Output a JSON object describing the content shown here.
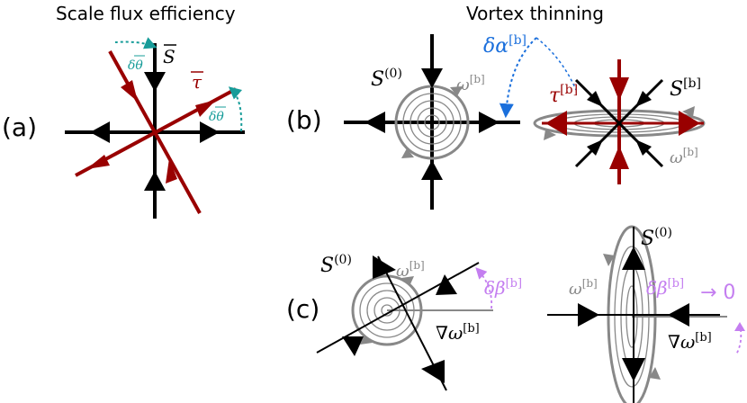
{
  "titles": {
    "left": "Scale flux efficiency",
    "right": "Vortex thinning"
  },
  "panel_labels": {
    "a": "(a)",
    "b": "(b)",
    "c": "(c)"
  },
  "panel_a": {
    "strain_label": "S",
    "stress_label": "τ",
    "angle_label_top": "δθ",
    "angle_label_right": "δθ"
  },
  "panel_b": {
    "strain_left": "S",
    "strain_left_sup": "(0)",
    "vorticity_left": "ω",
    "vorticity_left_sup": "[b]",
    "misalign": "δα",
    "misalign_sup": "[b]",
    "stress_right": "τ",
    "stress_right_sup": "[b]",
    "strain_right": "S",
    "strain_right_sup": "[b]",
    "vorticity_right": "ω",
    "vorticity_right_sup": "[b]"
  },
  "panel_c": {
    "strain_left": "S",
    "strain_left_sup": "(0)",
    "vorticity_left": "ω",
    "vorticity_left_sup": "[b]",
    "angle_left": "δβ",
    "angle_left_sup": "[b]",
    "grad_left": "∇ω",
    "grad_left_sup": "[b]",
    "strain_right": "S",
    "strain_right_sup": "(0)",
    "vorticity_right": "ω",
    "vorticity_right_sup": "[b]",
    "angle_right": "δβ",
    "angle_right_sup": "[b]",
    "limit": "→ 0",
    "grad_right": "∇ω",
    "grad_right_sup": "[b]"
  },
  "colors": {
    "strain": "#000000",
    "stress": "#990000",
    "angle_teal": "#179c99",
    "misalign_blue": "#1a6fdc",
    "vorticity_grey": "#888888",
    "beta_purple": "#c47ef0"
  }
}
